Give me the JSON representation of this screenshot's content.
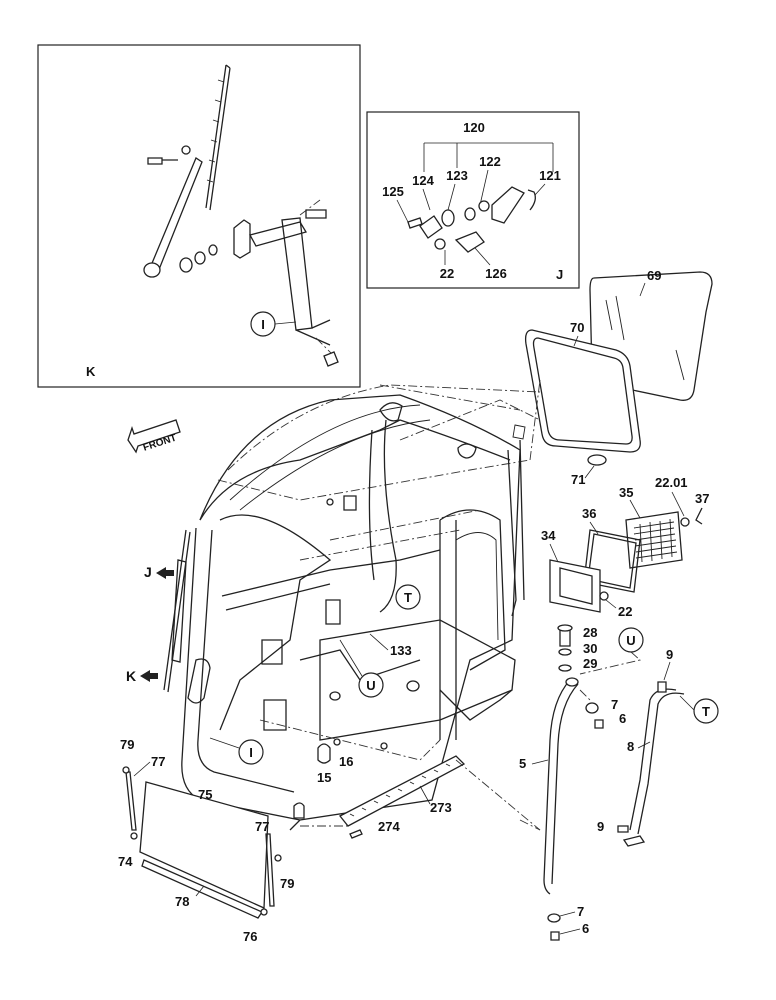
{
  "insets": {
    "k": {
      "letter": "K",
      "circle_ref": "I"
    },
    "j": {
      "letter": "J"
    }
  },
  "front_arrow": "FRONT",
  "view_markers": [
    "J",
    "K"
  ],
  "callouts": {
    "t_top": "T",
    "t_right": "T",
    "u_center": "U",
    "u_right": "U",
    "i_center": "I"
  },
  "labels": [
    {
      "id": "120",
      "text": "120"
    },
    {
      "id": "122",
      "text": "122"
    },
    {
      "id": "121",
      "text": "121"
    },
    {
      "id": "123",
      "text": "123"
    },
    {
      "id": "124",
      "text": "124"
    },
    {
      "id": "125",
      "text": "125"
    },
    {
      "id": "22a",
      "text": "22"
    },
    {
      "id": "126",
      "text": "126"
    },
    {
      "id": "69",
      "text": "69"
    },
    {
      "id": "70",
      "text": "70"
    },
    {
      "id": "71",
      "text": "71"
    },
    {
      "id": "35",
      "text": "35"
    },
    {
      "id": "22.01",
      "text": "22.01"
    },
    {
      "id": "37",
      "text": "37"
    },
    {
      "id": "36",
      "text": "36"
    },
    {
      "id": "34",
      "text": "34"
    },
    {
      "id": "22b",
      "text": "22"
    },
    {
      "id": "28",
      "text": "28"
    },
    {
      "id": "30",
      "text": "30"
    },
    {
      "id": "29",
      "text": "29"
    },
    {
      "id": "133",
      "text": "133"
    },
    {
      "id": "9a",
      "text": "9"
    },
    {
      "id": "7a",
      "text": "7"
    },
    {
      "id": "6a",
      "text": "6"
    },
    {
      "id": "8",
      "text": "8"
    },
    {
      "id": "5",
      "text": "5"
    },
    {
      "id": "9b",
      "text": "9"
    },
    {
      "id": "7b",
      "text": "7"
    },
    {
      "id": "6b",
      "text": "6"
    },
    {
      "id": "79a",
      "text": "79"
    },
    {
      "id": "77a",
      "text": "77"
    },
    {
      "id": "75",
      "text": "75"
    },
    {
      "id": "74",
      "text": "74"
    },
    {
      "id": "78",
      "text": "78"
    },
    {
      "id": "77b",
      "text": "77"
    },
    {
      "id": "79b",
      "text": "79"
    },
    {
      "id": "76",
      "text": "76"
    },
    {
      "id": "16",
      "text": "16"
    },
    {
      "id": "15",
      "text": "15"
    },
    {
      "id": "273",
      "text": "273"
    },
    {
      "id": "274",
      "text": "274"
    }
  ]
}
